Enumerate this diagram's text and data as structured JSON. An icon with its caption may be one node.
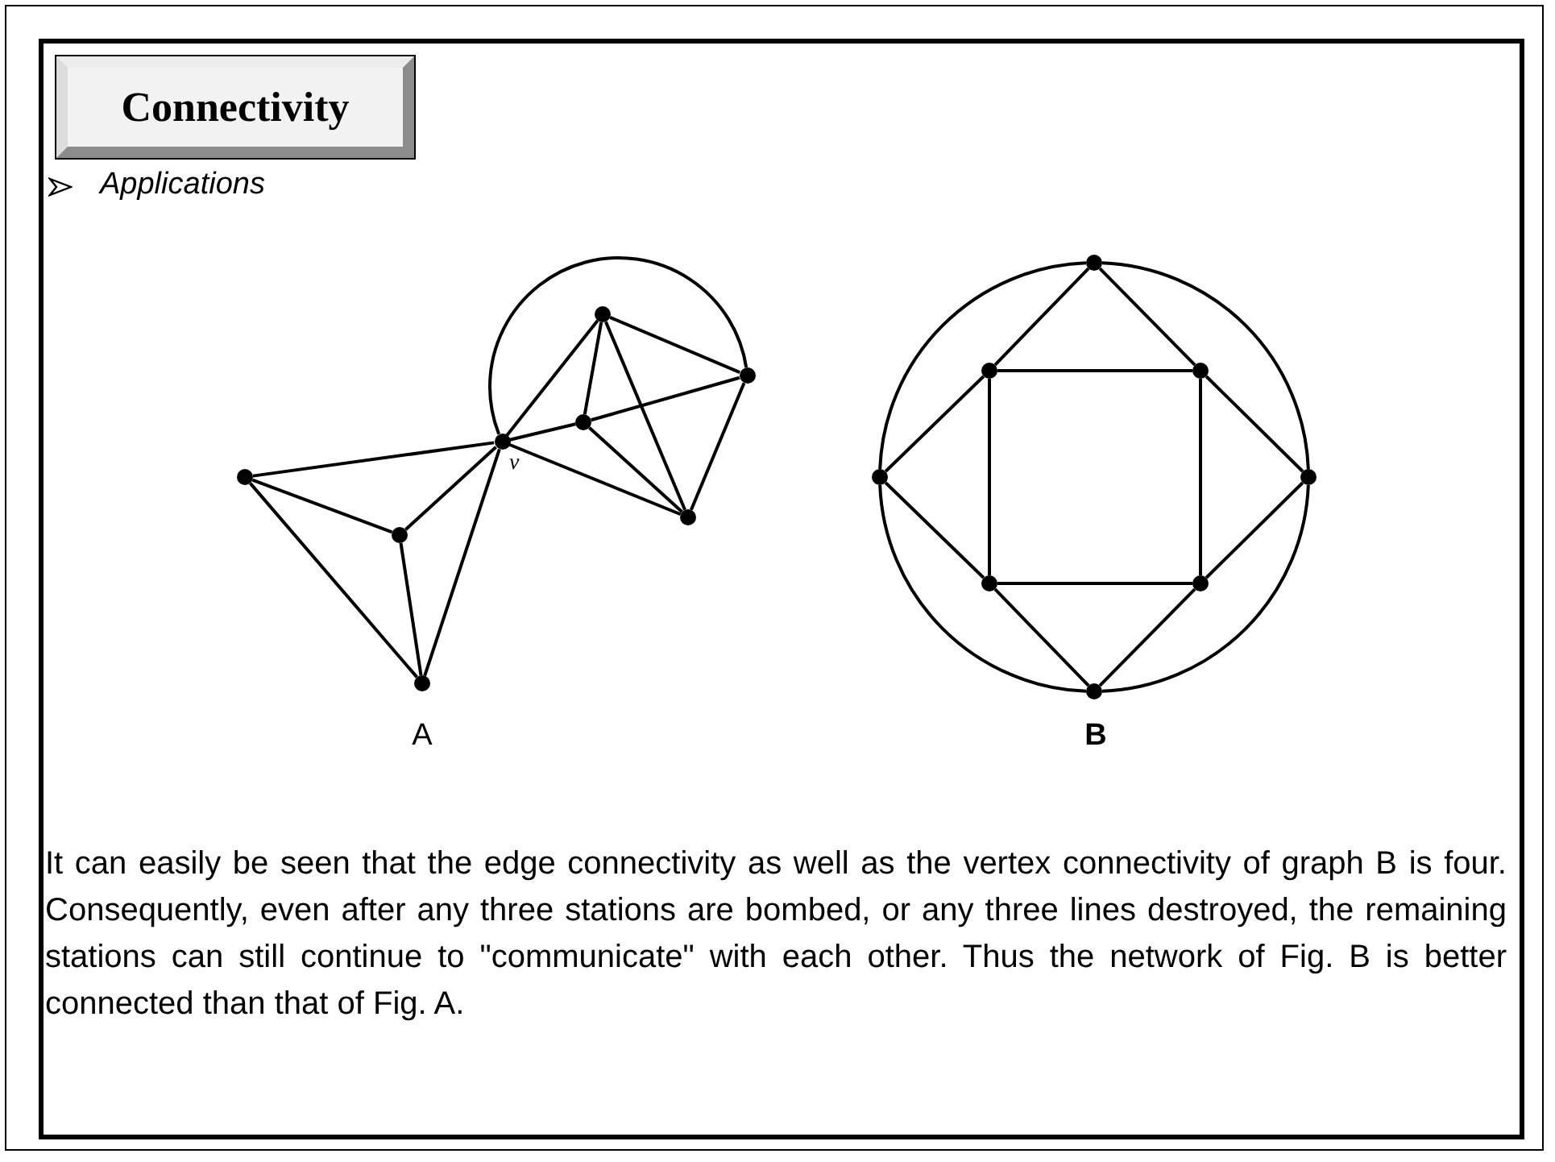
{
  "diagram": {
    "title": "Connectivity",
    "nodes": [
      {
        "text": [],
        "shape": "circle"
      },
      {
        "text": [],
        "shape": "circle"
      },
      {
        "text": [],
        "shape": "circle"
      },
      {
        "text": [],
        "shape": "circle",
        "beside": [
          "v"
        ]
      },
      {
        "text": [],
        "shape": "circle"
      },
      {
        "text": [],
        "shape": "circle"
      },
      {
        "text": [],
        "shape": "circle"
      },
      {
        "text": [],
        "shape": "circle"
      },
      {
        "text": [],
        "shape": "circle"
      },
      {
        "text": [],
        "shape": "circle"
      },
      {
        "text": [],
        "shape": "circle"
      },
      {
        "text": [],
        "shape": "circle"
      },
      {
        "text": [],
        "shape": "circle"
      },
      {
        "text": [],
        "shape": "circle"
      },
      {
        "text": [],
        "shape": "circle"
      },
      {
        "text": [],
        "shape": "circle"
      }
    ],
    "edges": [
      {
        "from": 0,
        "to": 3,
        "arrow": "none"
      },
      {
        "from": 0,
        "to": 1,
        "arrow": "none"
      },
      {
        "from": 0,
        "to": 2,
        "arrow": "none"
      },
      {
        "from": 1,
        "to": 3,
        "arrow": "none"
      },
      {
        "from": 1,
        "to": 2,
        "arrow": "none"
      },
      {
        "from": 2,
        "to": 3,
        "arrow": "none"
      },
      {
        "from": 3,
        "to": 4,
        "arrow": "none"
      },
      {
        "from": 3,
        "to": 5,
        "arrow": "none"
      },
      {
        "from": 3,
        "to": 7,
        "arrow": "none"
      },
      {
        "from": 3,
        "to": 6,
        "arrow": "none"
      },
      {
        "from": 4,
        "to": 5,
        "arrow": "none"
      },
      {
        "from": 4,
        "to": 6,
        "arrow": "none"
      },
      {
        "from": 4,
        "to": 7,
        "arrow": "none"
      },
      {
        "from": 5,
        "to": 6,
        "arrow": "none"
      },
      {
        "from": 5,
        "to": 7,
        "arrow": "none"
      },
      {
        "from": 6,
        "to": 7,
        "arrow": "none"
      },
      {
        "from": 8,
        "to": 9,
        "arrow": "none"
      },
      {
        "from": 8,
        "to": 10,
        "arrow": "none"
      },
      {
        "from": 9,
        "to": 10,
        "arrow": "none"
      },
      {
        "from": 9,
        "to": 11,
        "arrow": "none"
      },
      {
        "from": 9,
        "to": 13,
        "arrow": "none"
      },
      {
        "from": 10,
        "to": 12,
        "arrow": "none"
      },
      {
        "from": 10,
        "to": 14,
        "arrow": "none"
      },
      {
        "from": 11,
        "to": 13,
        "arrow": "none"
      },
      {
        "from": 12,
        "to": 14,
        "arrow": "none"
      },
      {
        "from": 13,
        "to": 14,
        "arrow": "none"
      },
      {
        "from": 13,
        "to": 15,
        "arrow": "none"
      },
      {
        "from": 14,
        "to": 15,
        "arrow": "none"
      },
      {
        "from": 8,
        "to": 12,
        "arrow": "none"
      },
      {
        "from": 12,
        "to": 15,
        "arrow": "none"
      },
      {
        "from": 15,
        "to": 11,
        "arrow": "none"
      },
      {
        "from": 11,
        "to": 8,
        "arrow": "none"
      }
    ],
    "labels": [
      "Applications",
      "A",
      "B",
      "It can easily be seen that the edge connectivity as well as the vertex connectivity of graph B is four. Consequently, even after any three stations are bombed, or any three lines destroyed, the remaining stations can still continue to \"communicate\" with each other. Thus the network of Fig. B is better connected than that of Fig. A."
    ]
  }
}
